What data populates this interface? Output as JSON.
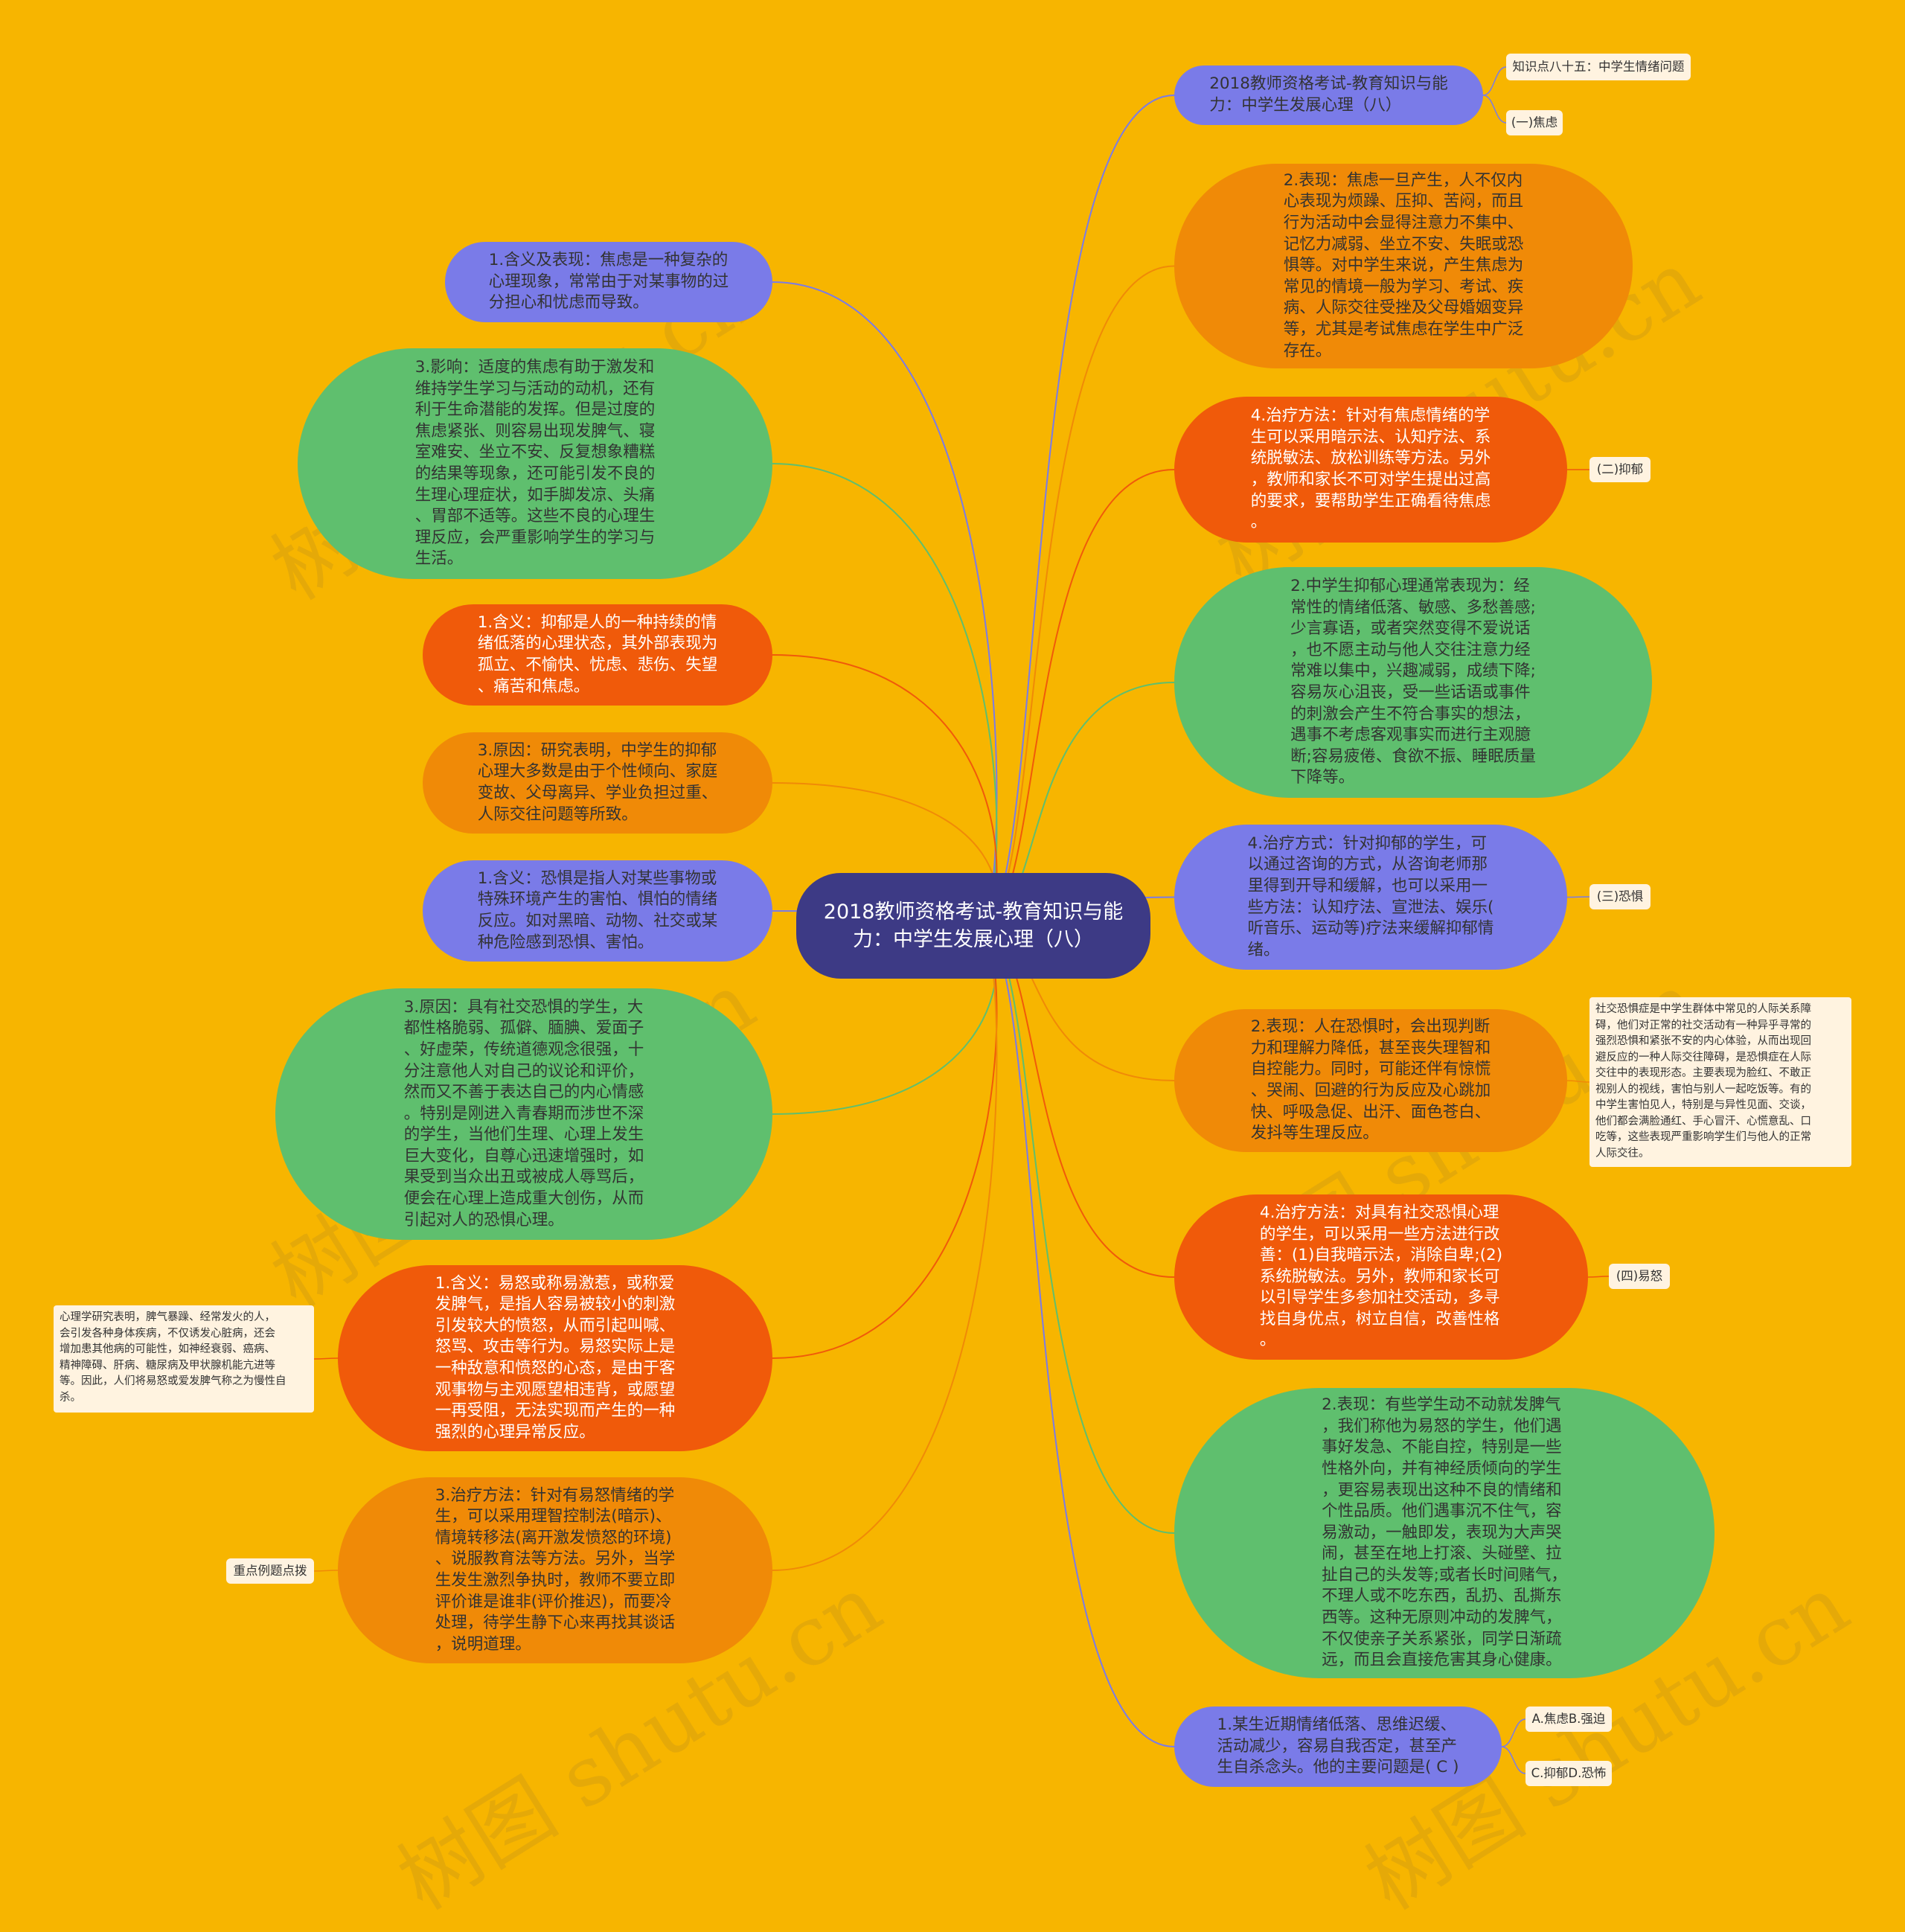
{
  "root": "2018教师资格考试-教育知识与能力：中学生发展心理（八）",
  "title_node": "2018教师资格考试-教育知识与能\n力：中学生发展心理（八）",
  "title_tags": [
    "知识点八十五：中学生情绪问题",
    "(一)焦虑"
  ],
  "right": {
    "anx_2": "2.表现：焦虑一旦产生，人不仅内\n心表现为烦躁、压抑、苦闷，而且\n行为活动中会显得注意力不集中、\n记忆力减弱、坐立不安、失眠或恐\n惧等。对中学生来说，产生焦虑为\n常见的情境一般为学习、考试、疾\n病、人际交往受挫及父母婚姻变异\n等，尤其是考试焦虑在学生中广泛\n存在。",
    "anx_4": "4.治疗方法：针对有焦虑情绪的学\n生可以采用暗示法、认知疗法、系\n统脱敏法、放松训练等方法。另外\n，教师和家长不可对学生提出过高\n的要求，要帮助学生正确看待焦虑\n。",
    "anx_4_tag": "(二)抑郁",
    "dep_2": "2.中学生抑郁心理通常表现为：经\n常性的情绪低落、敏感、多愁善感;\n少言寡语，或者突然变得不爱说话\n，也不愿主动与他人交往注意力经\n常难以集中，兴趣减弱，成绩下降;\n容易灰心沮丧，受一些话语或事件\n的刺激会产生不符合事实的想法，\n遇事不考虑客观事实而进行主观臆\n断;容易疲倦、食欲不振、睡眠质量\n下降等。",
    "dep_4": "4.治疗方式：针对抑郁的学生，可\n以通过咨询的方式，从咨询老师那\n里得到开导和缓解，也可以采用一\n些方法：认知疗法、宣泄法、娱乐(\n听音乐、运动等)疗法来缓解抑郁情\n绪。",
    "dep_4_tag": "(三)恐惧",
    "fear_2": "2.表现：人在恐惧时，会出现判断\n力和理解力降低，甚至丧失理智和\n自控能力。同时，可能还伴有惊慌\n、哭闹、回避的行为反应及心跳加\n快、呼吸急促、出汗、面色苍白、\n发抖等生理反应。",
    "fear_2_note": "社交恐惧症是中学生群体中常见的人际关系障\n碍，他们对正常的社交活动有一种异乎寻常的\n强烈恐惧和紧张不安的内心体验，从而出现回\n避反应的一种人际交往障碍，是恐惧症在人际\n交往中的表现形态。主要表现为脸红、不敢正\n视别人的视线，害怕与别人一起吃饭等。有的\n中学生害怕见人，特别是与异性见面、交谈，\n他们都会满脸通红、手心冒汗、心慌意乱、口\n吃等，这些表现严重影响学生们与他人的正常\n人际交往。",
    "fear_4": "4.治疗方法：对具有社交恐惧心理\n的学生，可以采用一些方法进行改\n善：(1)自我暗示法，消除自卑;(2)\n系统脱敏法。另外，教师和家长可\n以引导学生多参加社交活动，多寻\n找自身优点，树立自信，改善性格\n。",
    "fear_4_tag": "(四)易怒",
    "ang_2": "2.表现：有些学生动不动就发脾气\n，我们称他为易怒的学生，他们遇\n事好发急、不能自控，特别是一些\n性格外向，并有神经质倾向的学生\n，更容易表现出这种不良的情绪和\n个性品质。他们遇事沉不住气，容\n易激动，一触即发，表现为大声哭\n闹，甚至在地上打滚、头碰壁、拉\n扯自己的头发等;或者长时间赌气，\n不理人或不吃东西，乱扔、乱撕东\n西等。这种无原则冲动的发脾气，\n不仅使亲子关系紧张，同学日渐疏\n远，而且会直接危害其身心健康。",
    "quiz": "1.某生近期情绪低落、思维迟缓、\n活动减少，容易自我否定，甚至产\n生自杀念头。他的主要问题是(  C  )",
    "quiz_opts": [
      "A.焦虑B.强迫",
      "C.抑郁D.恐怖"
    ]
  },
  "left": {
    "anx_1": "1.含义及表现：焦虑是一种复杂的\n心理现象，常常由于对某事物的过\n分担心和忧虑而导致。",
    "anx_3": "3.影响：适度的焦虑有助于激发和\n维持学生学习与活动的动机，还有\n利于生命潜能的发挥。但是过度的\n焦虑紧张、则容易出现发脾气、寝\n室难安、坐立不安、反复想象糟糕\n的结果等现象，还可能引发不良的\n生理心理症状，如手脚发凉、头痛\n、胃部不适等。这些不良的心理生\n理反应，会严重影响学生的学习与\n生活。",
    "dep_1": "1.含义：抑郁是人的一种持续的情\n绪低落的心理状态，其外部表现为\n孤立、不愉快、忧虑、悲伤、失望\n、痛苦和焦虑。",
    "dep_3": "3.原因：研究表明，中学生的抑郁\n心理大多数是由于个性倾向、家庭\n变故、父母离异、学业负担过重、\n人际交往问题等所致。",
    "fear_1": "1.含义：恐惧是指人对某些事物或\n特殊环境产生的害怕、惧怕的情绪\n反应。如对黑暗、动物、社交或某\n种危险感到恐惧、害怕。",
    "fear_3": "3.原因：具有社交恐惧的学生，大\n都性格脆弱、孤僻、腼腆、爱面子\n、好虚荣，传统道德观念很强，十\n分注意他人对自己的议论和评价，\n然而又不善于表达自己的内心情感\n。特别是刚进入青春期而涉世不深\n的学生，当他们生理、心理上发生\n巨大变化，自尊心迅速增强时，如\n果受到当众出丑或被成人辱骂后，\n便会在心理上造成重大创伤，从而\n引起对人的恐惧心理。",
    "ang_1": "1.含义：易怒或称易激惹，或称爱\n发脾气，是指人容易被较小的刺激\n引发较大的愤怒，从而引起叫喊、\n怒骂、攻击等行为。易怒实际上是\n一种敌意和愤怒的心态，是由于客\n观事物与主观愿望相违背，或愿望\n一再受阻，无法实现而产生的一种\n强烈的心理异常反应。",
    "ang_1_note": "心理学研究表明，脾气暴躁、经常发火的人，\n会引发各种身体疾病，不仅诱发心脏病，还会\n增加患其他病的可能性，如神经衰弱、癌病、\n精神障碍、肝病、糖尿病及甲状腺机能亢进等\n等。因此，人们将易怒或爱发脾气称之为慢性自\n杀。",
    "ang_3": "3.治疗方法：针对有易怒情绪的学\n生，可以采用理智控制法(暗示)、\n情境转移法(离开激发愤怒的环境)\n、说服教育法等方法。另外，当学\n生发生激烈争执时，教师不要立即\n评价谁是谁非(评价推迟)，而要冷\n处理，待学生静下心来再找其谈话\n，说明道理。",
    "ang_3_tag": "重点例题点拨"
  },
  "watermarks": [
    "树图 shutu.cn",
    "树图 shutu.cn",
    "树图 shutu.cn",
    "树图 shutu.cn",
    "树图 shutu.cn",
    "树图 shutu.cn"
  ],
  "colors": {
    "background": "#F7B500",
    "root": "#3D3A85",
    "blue": "#7A7BE8",
    "orange": "#F08A07",
    "red": "#F05A0A",
    "green": "#5FBF6E",
    "tag": "#FFF3E0"
  }
}
